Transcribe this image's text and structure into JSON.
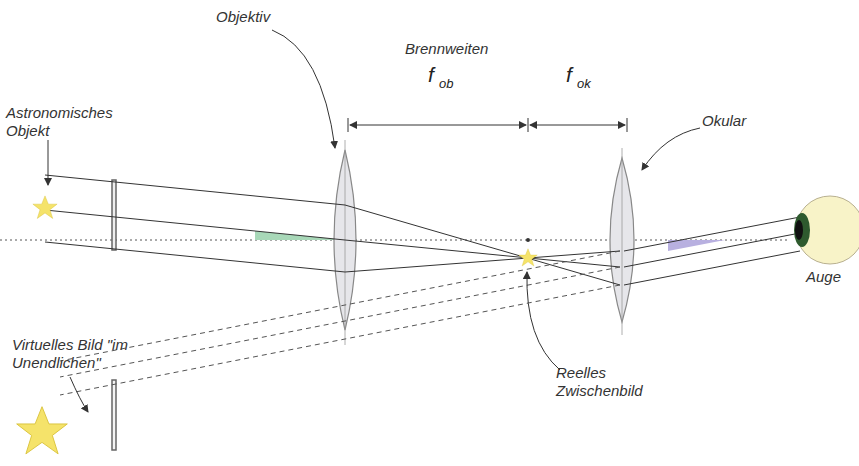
{
  "diagram": {
    "labels": [
      "Objektiv",
      "Brennweiten",
      "Astronomisches Objekt",
      "f",
      "ob",
      "f",
      "ok",
      "Okular",
      "Auge",
      "Virtuelles Bild \"im Unendlichen\"",
      "Reelles Zwischenbild"
    ]
  }
}
